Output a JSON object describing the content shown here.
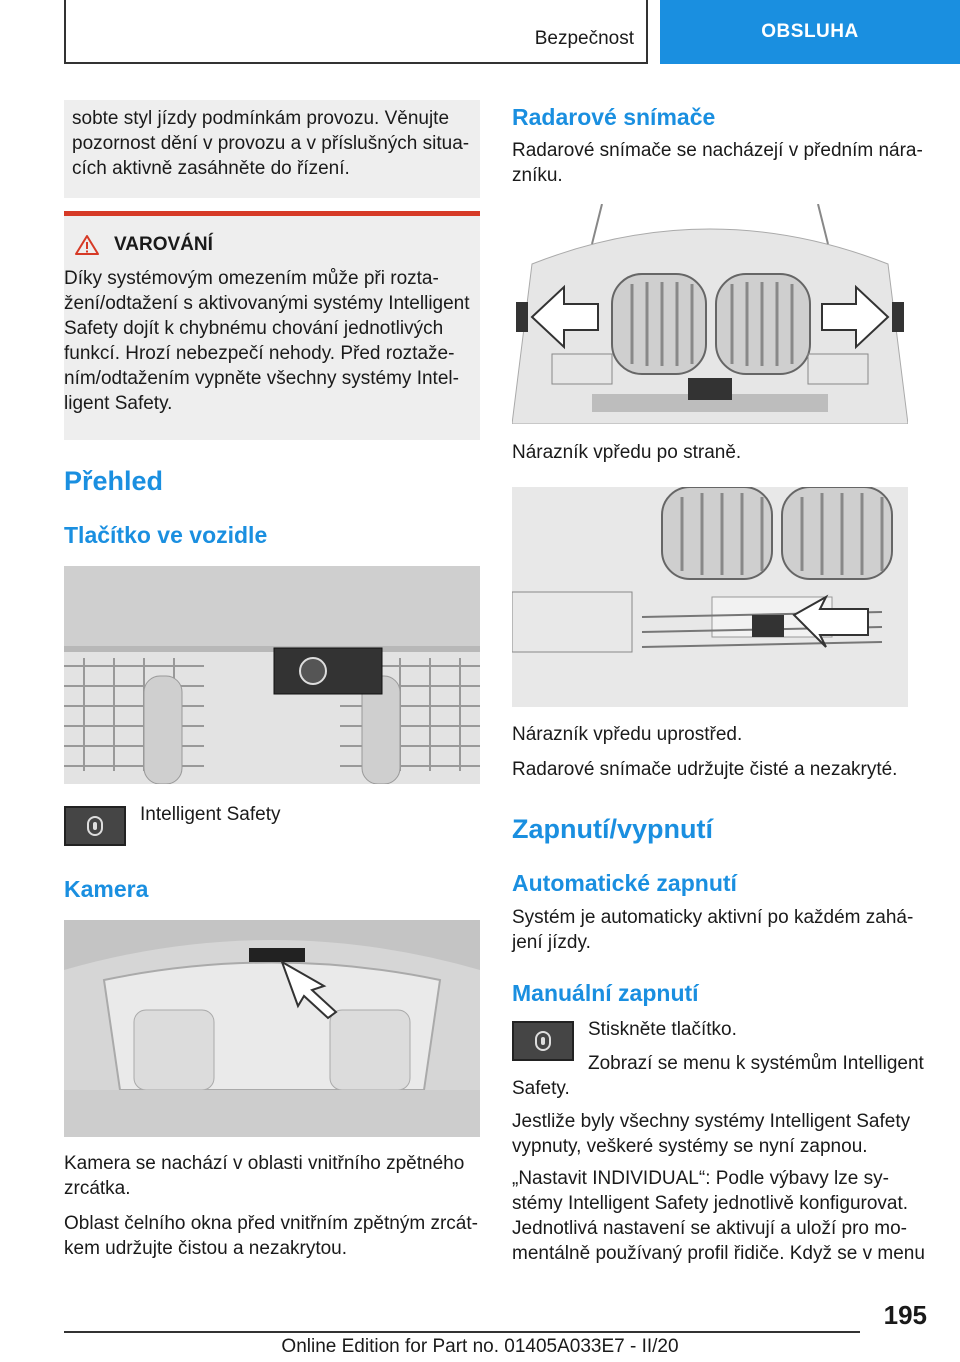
{
  "header": {
    "section": "Bezpečnost",
    "chapter": "OBSLUHA"
  },
  "left": {
    "intro_box": "sobte styl jízdy podmínkám provozu. Věnujte pozornost dění v provozu a v příslušných situa-cích aktivně zasáhněte do řízení.",
    "warning": {
      "title": "VAROVÁNÍ",
      "text": "Díky systémovým omezením může při rozta-žení/odtažení s aktivovanými systémy Intelligent Safety dojít k chybnému chování jednotlivých funkcí. Hrozí nebezpečí nehody. Před roztaže-ním/odtažením vypněte všechny systémy Intel-ligent Safety."
    },
    "overview_heading": "Přehled",
    "button_heading": "Tlačítko ve vozidle",
    "button_caption": "Intelligent Safety",
    "camera_heading": "Kamera",
    "camera_text1": "Kamera se nachází v oblasti vnitřního zpětného zrcátka.",
    "camera_text2": "Oblast čelního okna před vnitřním zpětným zrcát-kem udržujte čistou a nezakrytou."
  },
  "right": {
    "radar_heading": "Radarové snímače",
    "radar_text": "Radarové snímače se nacházejí v předním nára-zníku.",
    "caption1": "Nárazník vpředu po straně.",
    "caption2": "Nárazník vpředu uprostřed.",
    "radar_clean": "Radarové snímače udržujte čisté a nezakryté.",
    "onoff_heading": "Zapnutí/vypnutí",
    "auto_heading": "Automatické zapnutí",
    "auto_text": "Systém je automaticky aktivní po každém zahá-jení jízdy.",
    "manual_heading": "Manuální zapnutí",
    "manual_step1": "Stiskněte tlačítko.",
    "manual_step2": "Zobrazí se menu k systémům Intelligent Safety.",
    "para1": "Jestliže byly všechny systémy Intelligent Safety vypnuty, veškeré systémy se nyní zapnou.",
    "para2": "„Nastavit INDIVIDUAL“: Podle výbavy lze sy-stémy Intelligent Safety jednotlivě konfigurovat. Jednotlivá nastavení se aktivují a uloží pro mo-mentálně používaný profil řidiče. Když se v menu"
  },
  "footer": {
    "page_number": "195",
    "edition": "Online Edition for Part no. 01405A033E7 - II/20"
  }
}
